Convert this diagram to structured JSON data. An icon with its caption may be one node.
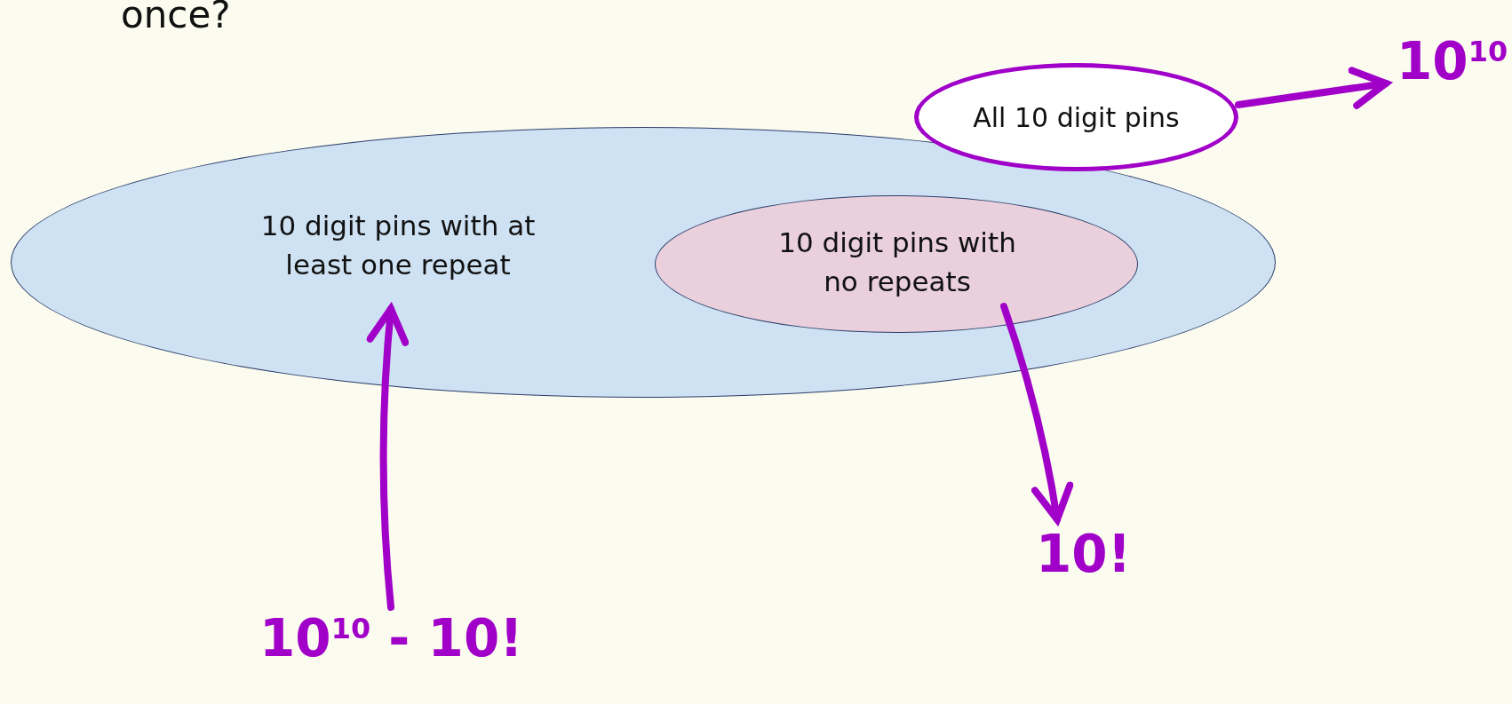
{
  "diagram": {
    "title": "once?",
    "nodes": [
      {
        "text": [
          "10 digit pins with at least one repeat"
        ]
      },
      {
        "text": [
          "10 digit pins with no repeats"
        ],
        "in": 0
      },
      {
        "text": [
          "All 10 digit pins"
        ]
      },
      {
        "text": [
          "10$^{10}$ - 10!"
        ]
      },
      {
        "text": [
          "10!"
        ]
      },
      {
        "text": [
          "10$^{10}$"
        ]
      }
    ],
    "edges": [
      {
        "from": 3,
        "to": 0,
        "arrow": "to"
      },
      {
        "from": 1,
        "to": 4,
        "arrow": "to"
      },
      {
        "from": 2,
        "to": 5,
        "arrow": "to"
      }
    ]
  }
}
